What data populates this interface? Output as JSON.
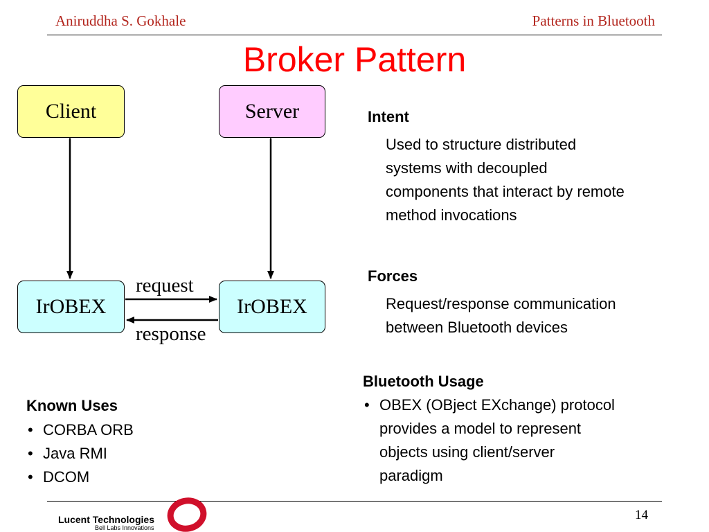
{
  "header": {
    "author": "Aniruddha S. Gokhale",
    "topic": "Patterns in Bluetooth"
  },
  "title": "Broker Pattern",
  "diagram": {
    "client": "Client",
    "server": "Server",
    "irobex_left": "IrOBEX",
    "irobex_right": "IrOBEX",
    "request": "request",
    "response": "response"
  },
  "intent": {
    "heading": "Intent",
    "lines": [
      "Used to structure distributed",
      "systems with decoupled",
      "components that interact by remote",
      "method invocations"
    ]
  },
  "forces": {
    "heading": "Forces",
    "lines": [
      "Request/response communication",
      "between Bluetooth devices"
    ]
  },
  "usage": {
    "heading": "Bluetooth Usage",
    "lines": [
      "OBEX (OBject EXchange) protocol",
      "provides a model to represent",
      "objects using client/server",
      "paradigm"
    ]
  },
  "known_uses": {
    "heading": "Known Uses",
    "items": [
      "CORBA ORB",
      "Java RMI",
      "DCOM"
    ]
  },
  "footer": {
    "logo_name": "Lucent Technologies",
    "logo_tagline": "Bell Labs Innovations",
    "page": "14"
  },
  "colors": {
    "header_text": "#b3261e",
    "title": "#ff0000",
    "client_fill": "#ffff99",
    "server_fill": "#ffccff",
    "irobex_fill": "#ccffff",
    "logo_ring": "#d0102b"
  }
}
